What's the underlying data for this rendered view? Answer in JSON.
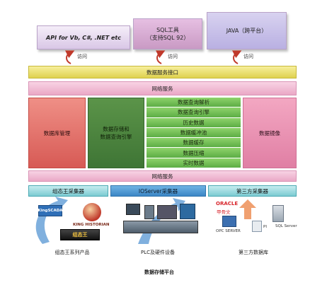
{
  "apis": {
    "vb": "API for Vb, C#, .NET etc",
    "sql_line1": "SQL工具",
    "sql_line2": "（支持SQL 92）",
    "java": "JAVA（跨平台）"
  },
  "access_label": "访问",
  "data_service_interface": "数据服务接口",
  "network_service_top": "网络服务",
  "db_management": "数据库管理",
  "storage_engine_line1": "数据存储和",
  "storage_engine_line2": "数据查询引擎",
  "green_rows": [
    "数据查询解析",
    "数据查询引擎",
    "历史数据",
    "数据缓冲池",
    "数据缓存",
    "数据压缩",
    "实时数据"
  ],
  "db_mirror": "数据镜像",
  "network_service_bottom": "网络服务",
  "collectors": {
    "kingview": "组态王采集器",
    "ioserver": "IOServer采集器",
    "thirdparty": "第三方采集器"
  },
  "icons": {
    "kingscada": "KingSCADA",
    "king_historian": "KING HISTORIAN",
    "kingview_logo": "组态王",
    "oracle": "ORACLE",
    "oracle_cn": "甲骨文",
    "opc_server": "OPC SERVER",
    "pi": "PI",
    "sql_server": "SQL Server"
  },
  "captions": {
    "kingview_products": "组态王系列产品",
    "plc": "PLC及硬件设备",
    "third_db": "第三方数据库"
  },
  "title": "数据存储平台"
}
